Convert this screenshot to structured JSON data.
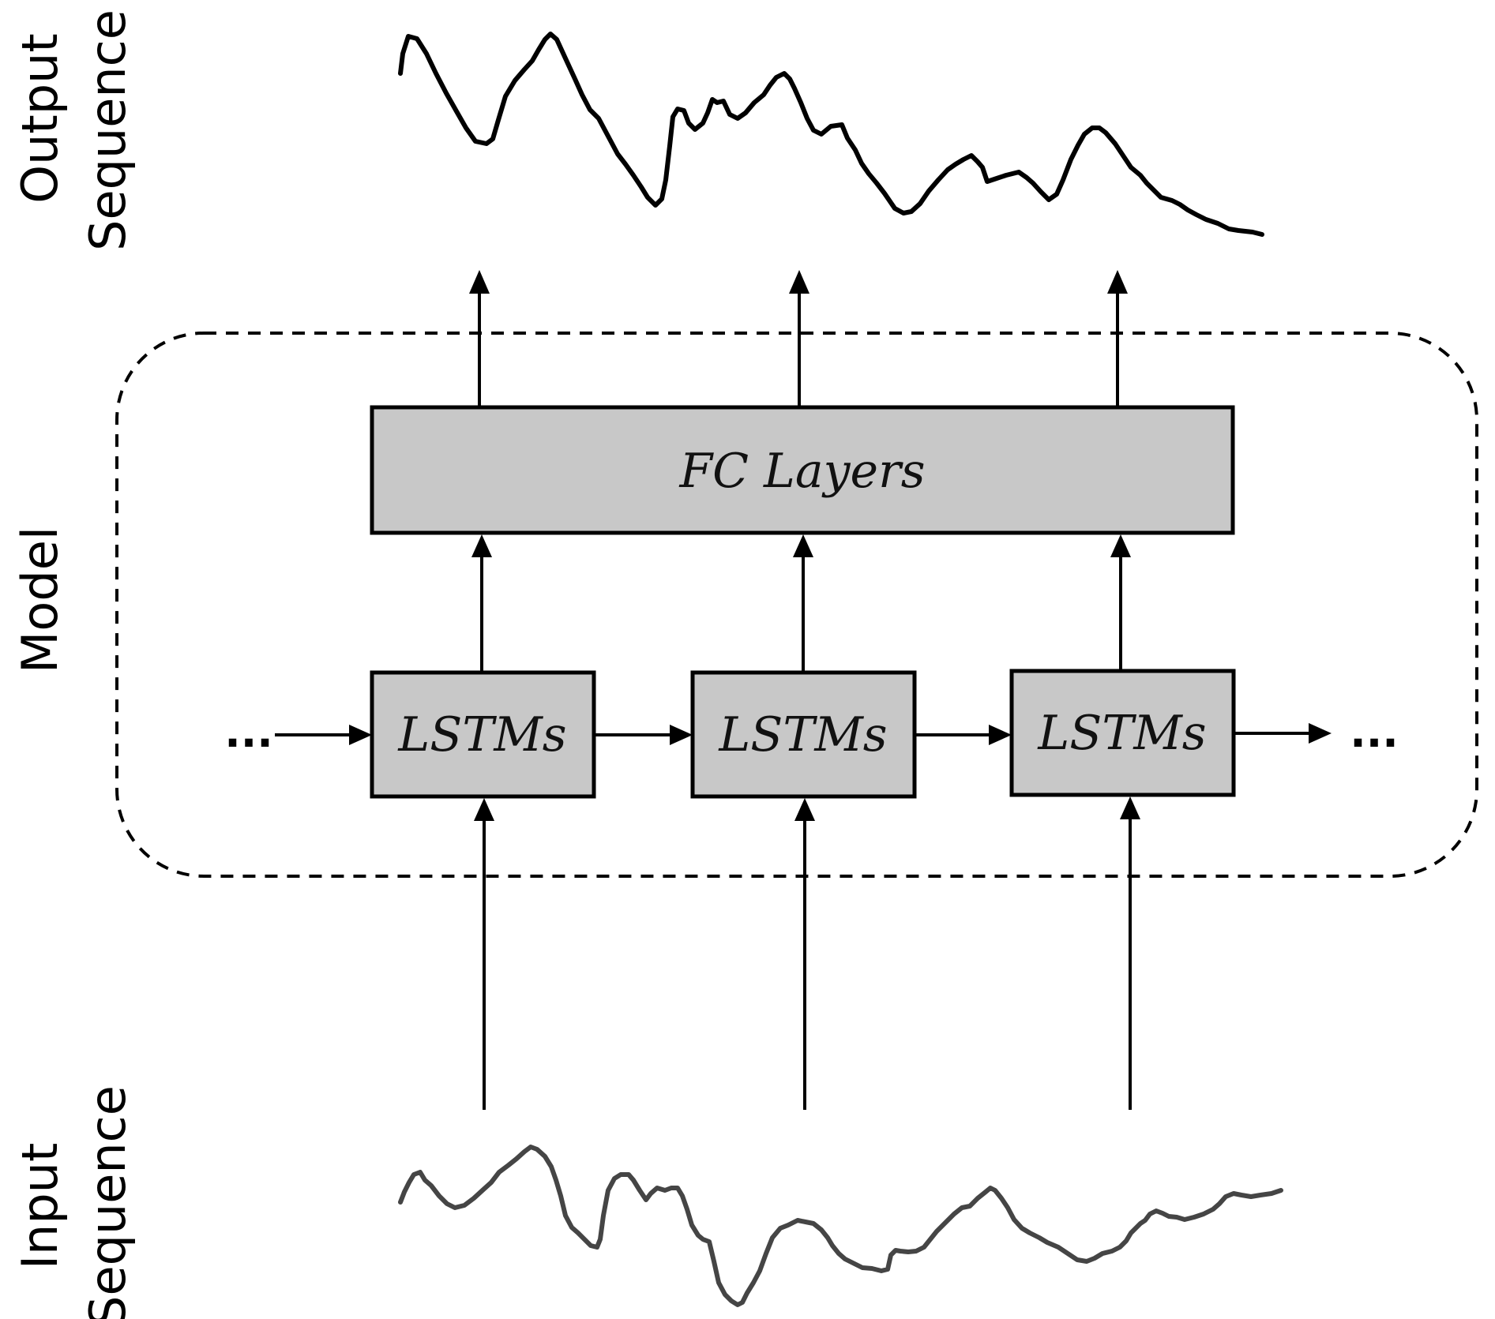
{
  "labels": {
    "output_line1": "Output",
    "output_line2": "Sequence",
    "model": "Model",
    "input_line1": "Input",
    "input_line2": "Sequence"
  },
  "fc_layer": {
    "label": "FC Layers"
  },
  "lstm_cells": [
    {
      "label": "LSTMs"
    },
    {
      "label": "LSTMs"
    },
    {
      "label": "LSTMs"
    }
  ],
  "ellipsis": {
    "left": "...",
    "right": "..."
  },
  "colors": {
    "box_fill": "#c8c8c8",
    "output_signal": "#000000",
    "input_signal": "#454545"
  }
}
